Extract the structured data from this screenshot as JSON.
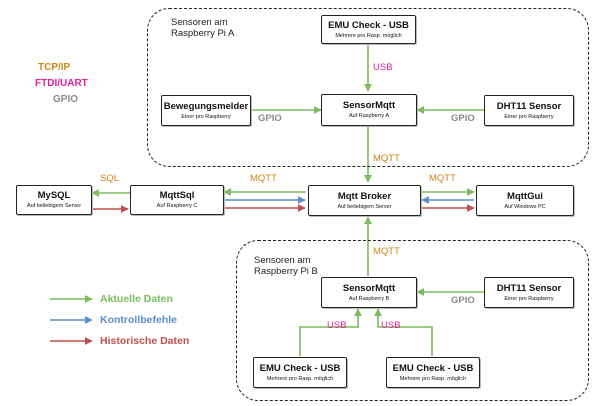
{
  "colors": {
    "green": "#7bbb5e",
    "blue": "#5b8fc9",
    "red": "#c0504d",
    "orange": "#d0851a",
    "magenta": "#e0209a",
    "gray": "#8a8a8a",
    "line": "#222222"
  },
  "protocols": {
    "tcp": "TCP/IP",
    "ftdi": "FTDI/UART",
    "gpio": "GPIO"
  },
  "groups": {
    "pi_a": "Sensoren am\nRaspberry Pi A",
    "pi_b": "Sensoren am\nRaspberry Pi B"
  },
  "nodes": {
    "emu_a": {
      "title": "EMU Check - USB",
      "sub": "Mehrere pro Rasp. möglich"
    },
    "bewegung": {
      "title": "Bewegungsmelder",
      "sub": "Einer pro Raspberry"
    },
    "smqtt_a": {
      "title": "SensorMqtt",
      "sub": "Auf Raspberry A"
    },
    "dht_a": {
      "title": "DHT11 Sensor",
      "sub": "Einer pro Raspberry"
    },
    "mysql": {
      "title": "MySQL",
      "sub": "Auf beliebigem Server"
    },
    "mqttsql": {
      "title": "MqttSql",
      "sub": "Auf Raspberry C"
    },
    "broker": {
      "title": "Mqtt Broker",
      "sub": "Auf beliebigem Server"
    },
    "mqttgui": {
      "title": "MqttGui",
      "sub": "Auf Windows PC"
    },
    "smqtt_b": {
      "title": "SensorMqtt",
      "sub": "Auf Raspberry B"
    },
    "dht_b": {
      "title": "DHT11 Sensor",
      "sub": "Einer pro Raspberry"
    },
    "emu_b1": {
      "title": "EMU Check - USB",
      "sub": "Mehrere pro Rasp. möglich"
    },
    "emu_b2": {
      "title": "EMU Check - USB",
      "sub": "Mehrere pro Rasp. möglich"
    }
  },
  "edge_labels": {
    "usb_a": "USB",
    "gpio_a_left": "GPIO",
    "gpio_a_right": "GPIO",
    "mqtt_a": "MQTT",
    "sql": "SQL",
    "mqtt_sql": "MQTT",
    "mqtt_gui": "MQTT",
    "mqtt_b": "MQTT",
    "gpio_b": "GPIO",
    "usb_b1": "USB",
    "usb_b2": "USB"
  },
  "legend": {
    "green": "Aktuelle Daten",
    "blue": "Kontrollbefehle",
    "red": "Historische Daten"
  }
}
